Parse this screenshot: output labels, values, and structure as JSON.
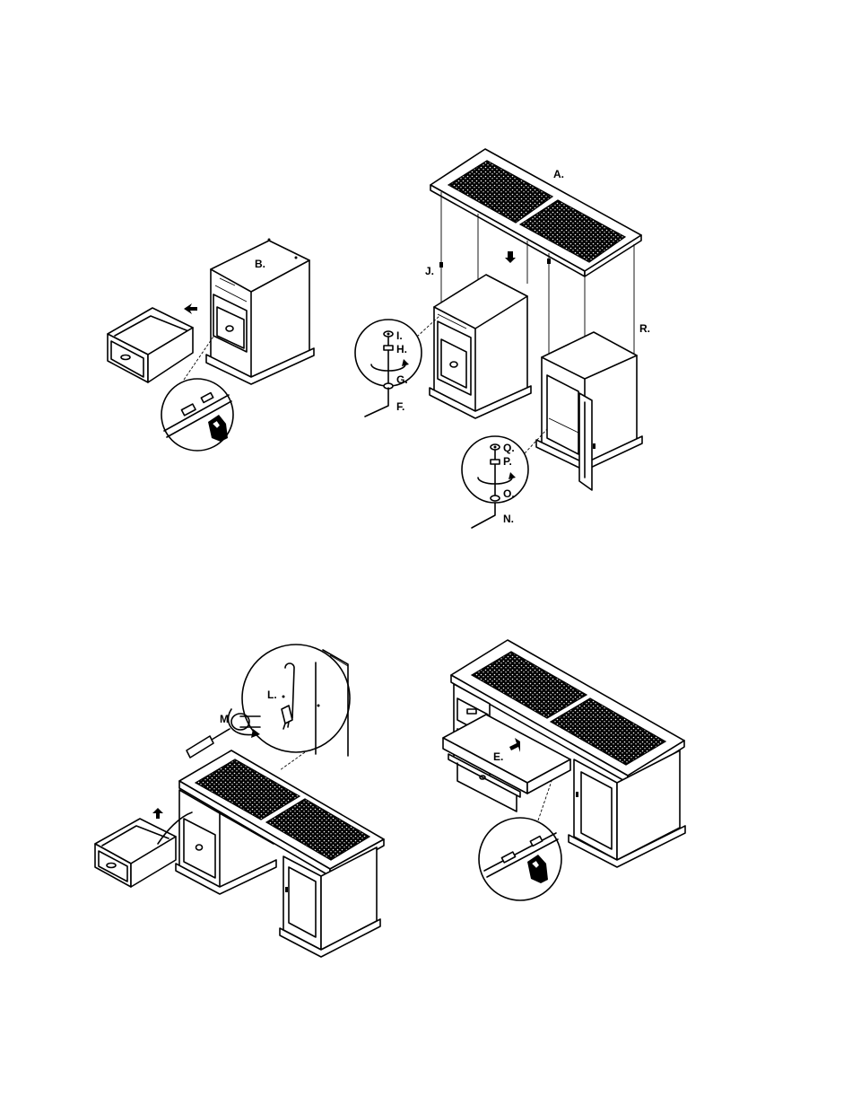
{
  "labels": {
    "A": "A.",
    "B": "B.",
    "E": "E.",
    "F": "F.",
    "G": "G.",
    "H": "H.",
    "I": "I.",
    "J": "J.",
    "L": "L.",
    "M": "M",
    "N": "N.",
    "O": "O.",
    "P": "P.",
    "Q": "Q.",
    "R": "R."
  },
  "colors": {
    "ink": "#000000",
    "paper": "#ffffff"
  }
}
